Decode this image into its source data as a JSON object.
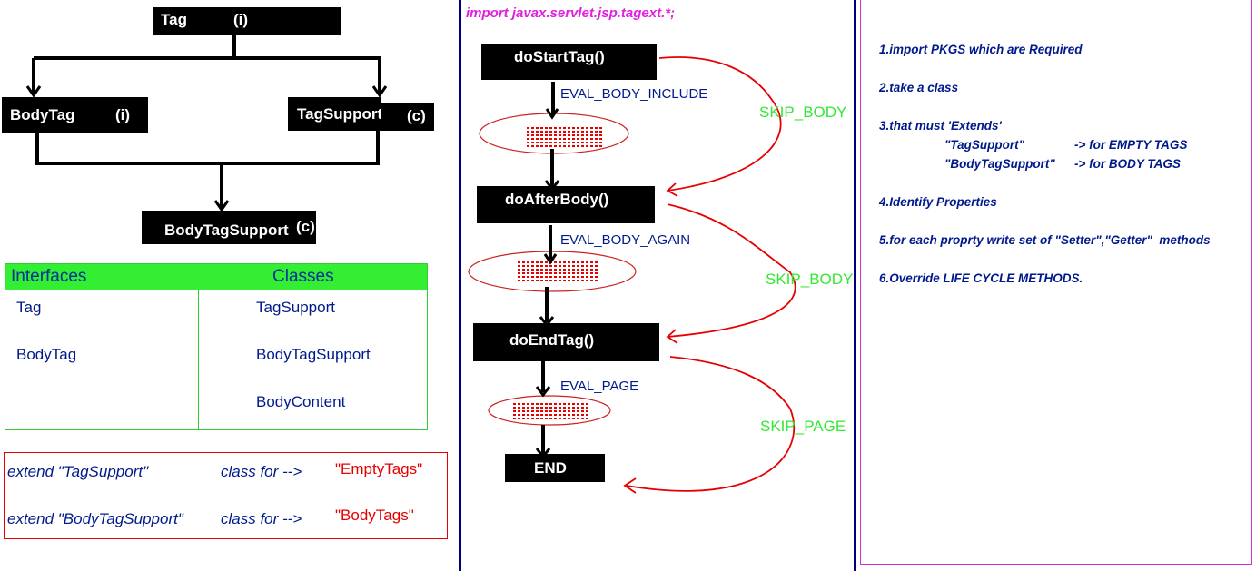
{
  "hierarchy": {
    "tag": {
      "name": "Tag",
      "kind": "(i)"
    },
    "bodytag": {
      "name": "BodyTag",
      "kind": "(i)"
    },
    "tagsupport": {
      "name": "TagSupport",
      "kind": "(c)"
    },
    "bodytagsupport": {
      "name": "BodyTagSupport",
      "kind": "(c)"
    }
  },
  "table": {
    "headers": [
      "Interfaces",
      "Classes"
    ],
    "interfaces": [
      "Tag",
      "BodyTag"
    ],
    "classes": [
      "TagSupport",
      "BodyTagSupport",
      "BodyContent"
    ]
  },
  "extend_box": {
    "rows": [
      {
        "left": "extend \"TagSupport\"",
        "mid": "class for -->",
        "right": "\"EmptyTags\""
      },
      {
        "left": "extend \"BodyTagSupport\"",
        "mid": "class for -->",
        "right": "\"BodyTags\""
      }
    ]
  },
  "flow": {
    "import": "import javax.servlet.jsp.tagext.*;",
    "methods": [
      "doStartTag()",
      "doAfterBody()",
      "doEndTag()",
      "END"
    ],
    "eval": [
      "EVAL_BODY_INCLUDE",
      "EVAL_BODY_AGAIN",
      "EVAL_PAGE"
    ],
    "skip": [
      "SKIP_BODY",
      "SKIP_BODY",
      "SKIP_PAGE"
    ]
  },
  "steps": [
    "1.import PKGS which are Required",
    "2.take a class",
    "3.that must 'Extends'",
    "\"TagSupport\"",
    "-> for EMPTY TAGS",
    "\"BodyTagSupport\"",
    "-> for BODY TAGS",
    "4.Identify Properties",
    "5.for each proprty write set of \"Setter\",\"Getter\"  methods",
    "6.Override LIFE CYCLE METHODS."
  ],
  "colors": {
    "navy": "#001a8c",
    "green_text": "#33e833",
    "table_header": "#33ee33",
    "red": "#e60000",
    "magenta": "#e020e0",
    "divider": "#00007f",
    "panel_border": "#cc33cc"
  }
}
